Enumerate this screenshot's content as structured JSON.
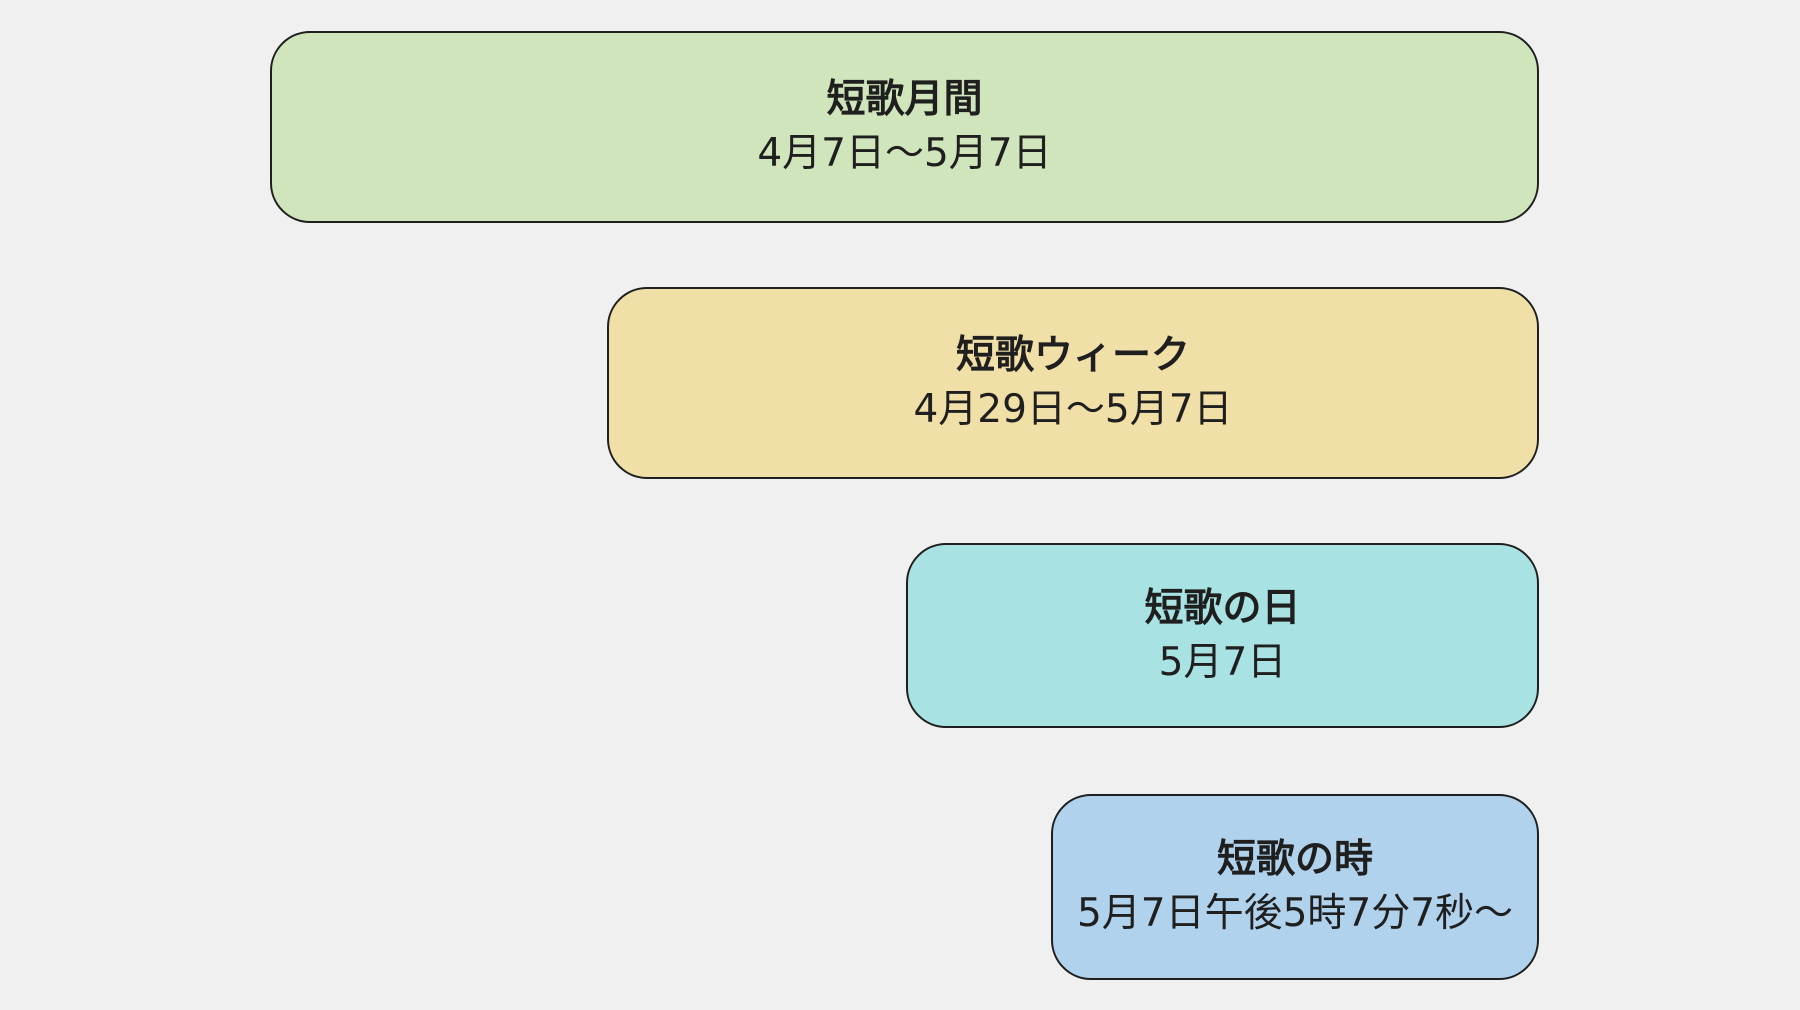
{
  "boxes": [
    {
      "id": "month",
      "title": "短歌月間",
      "dates": "4月7日〜5月7日",
      "color": "#d0e5bb"
    },
    {
      "id": "week",
      "title": "短歌ウィーク",
      "dates": "4月29日〜5月7日",
      "color": "#f1dfa8"
    },
    {
      "id": "day",
      "title": "短歌の日",
      "dates": "5月7日",
      "color": "#a8e2e2"
    },
    {
      "id": "time",
      "title": "短歌の時",
      "dates": "5月7日午後5時7分7秒〜",
      "color": "#b0d2ed"
    }
  ]
}
